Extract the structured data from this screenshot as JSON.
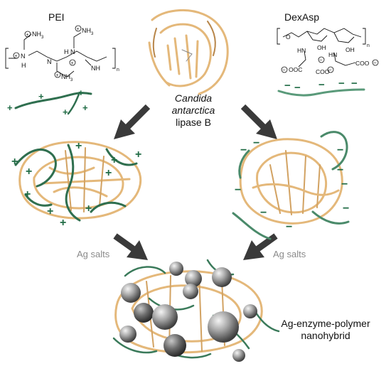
{
  "labels": {
    "pei": "PEI",
    "dexasp": "DexAsp",
    "enzyme_line1": "Candida",
    "enzyme_line2": "antarctica",
    "enzyme_line3": "lipase B",
    "ag_salts_left": "Ag salts",
    "ag_salts_right": "Ag salts",
    "hybrid_line1": "Ag-enzyme-polymer",
    "hybrid_line2": "nanohybrid"
  },
  "chem": {
    "nh3": "NH",
    "nh3_sub": "3",
    "n": "N",
    "h": "H",
    "nh": "NH",
    "subscript_n": "n",
    "coo": "COO",
    "ooc": "OOC",
    "oh": "OH",
    "hn": "HN",
    "o": "O",
    "plus": "+",
    "minus": "−"
  },
  "colors": {
    "protein": "#e4b87a",
    "protein_dark": "#b8864a",
    "polymer": "#2f6f4f",
    "polymer_light": "#5a9a7a",
    "arrow": "#3a3a3a",
    "silver": "#9a9a9a",
    "charge": "#1f6b44"
  }
}
